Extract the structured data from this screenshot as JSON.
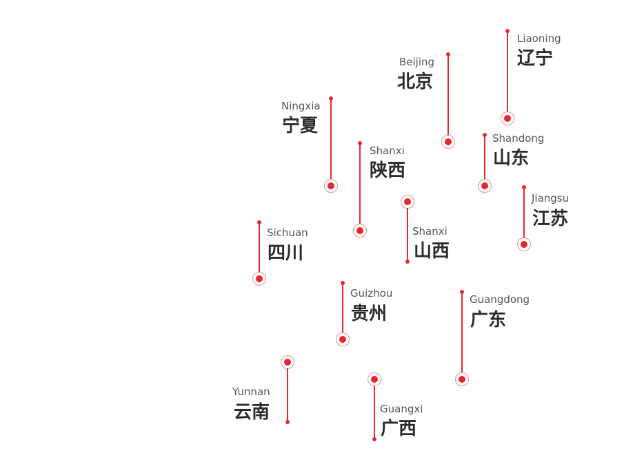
{
  "provinces": [
    {
      "id": "liaoning",
      "en": "Liaoning",
      "zh": "辽宁"
    },
    {
      "id": "beijing",
      "en": "Beijing",
      "zh": "北京"
    },
    {
      "id": "ningxia",
      "en": "Ningxia",
      "zh": "宁夏"
    },
    {
      "id": "shaanxi",
      "en": "Shanxi",
      "zh": "陕西"
    },
    {
      "id": "shandong",
      "en": "Shandong",
      "zh": "山东"
    },
    {
      "id": "jiangsu",
      "en": "Jiangsu",
      "zh": "江苏"
    },
    {
      "id": "shanxi",
      "en": "Shanxi",
      "zh": "山西"
    },
    {
      "id": "sichuan",
      "en": "Sichuan",
      "zh": "四川"
    },
    {
      "id": "guizhou",
      "en": "Guizhou",
      "zh": "贵州"
    },
    {
      "id": "guangdong",
      "en": "Guangdong",
      "zh": "广东"
    },
    {
      "id": "yunnan",
      "en": "Yunnan",
      "zh": "云南"
    },
    {
      "id": "guangxi",
      "en": "Guangxi",
      "zh": "广西"
    }
  ],
  "colors": {
    "pin": "#e8262f",
    "ring": "#f08a8f",
    "label_en": "#555555",
    "label_zh": "#2b2b2b"
  }
}
